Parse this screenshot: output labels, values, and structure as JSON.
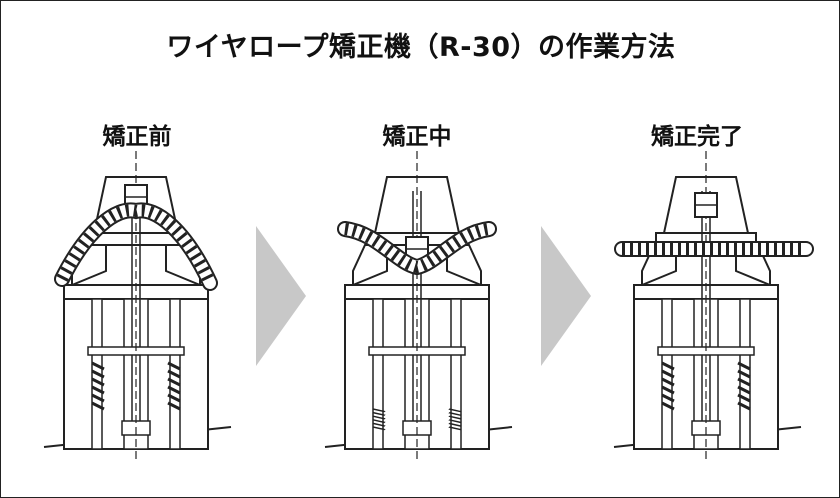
{
  "title": "ワイヤロープ矯正機（R-30）の作業方法",
  "stages": [
    {
      "label": "矯正前"
    },
    {
      "label": "矯正中"
    },
    {
      "label": "矯正完了"
    }
  ],
  "colors": {
    "line": "#222222",
    "arrow": "#c8c8c8",
    "background": "#ffffff"
  }
}
